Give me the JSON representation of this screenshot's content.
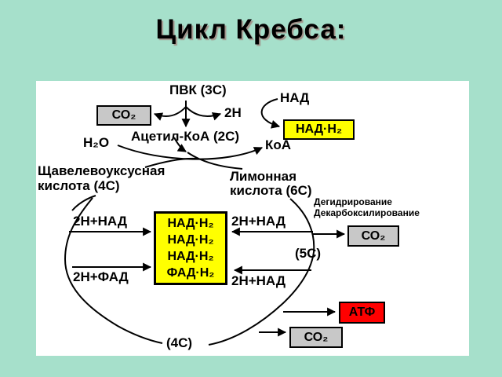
{
  "slide": {
    "title": "Цикл Кребса:"
  },
  "colors": {
    "background": "#a6e0cb",
    "box_gray": "#c8c8c8",
    "box_yellow": "#ffff00",
    "box_red": "#ff0000",
    "line": "#000000"
  },
  "diagram": {
    "pvk": "ПВК (3С)",
    "h2": "2Н",
    "nad": "НАД",
    "koa": "КоА",
    "acetyl": "Ацетил-КоА (2С)",
    "h2o": "Н₂О",
    "oxaloacetic_line1": "Щавелевоуксусная",
    "oxaloacetic_line2": "кислота (4С)",
    "citric_line1": "Лимонная",
    "citric_line2": "кислота (6С)",
    "process_line1": "Дегидрирование",
    "process_line2": "Декарбоксилирование",
    "left_top": "2Н+НАД",
    "left_bottom": "2Н+ФАД",
    "right_top": "2Н+НАД",
    "right_bottom": "2Н+НАД",
    "c5": "(5С)",
    "c4": "(4С)",
    "boxes": {
      "co2_top": "СО₂",
      "nadh_top": "НАД·Н₂",
      "center_lines": [
        "НАД·Н₂",
        "НАД·Н₂",
        "НАД·Н₂",
        "ФАД·Н₂"
      ],
      "co2_right": "СО₂",
      "atf": "АТФ",
      "co2_bottom": "СО₂"
    }
  }
}
